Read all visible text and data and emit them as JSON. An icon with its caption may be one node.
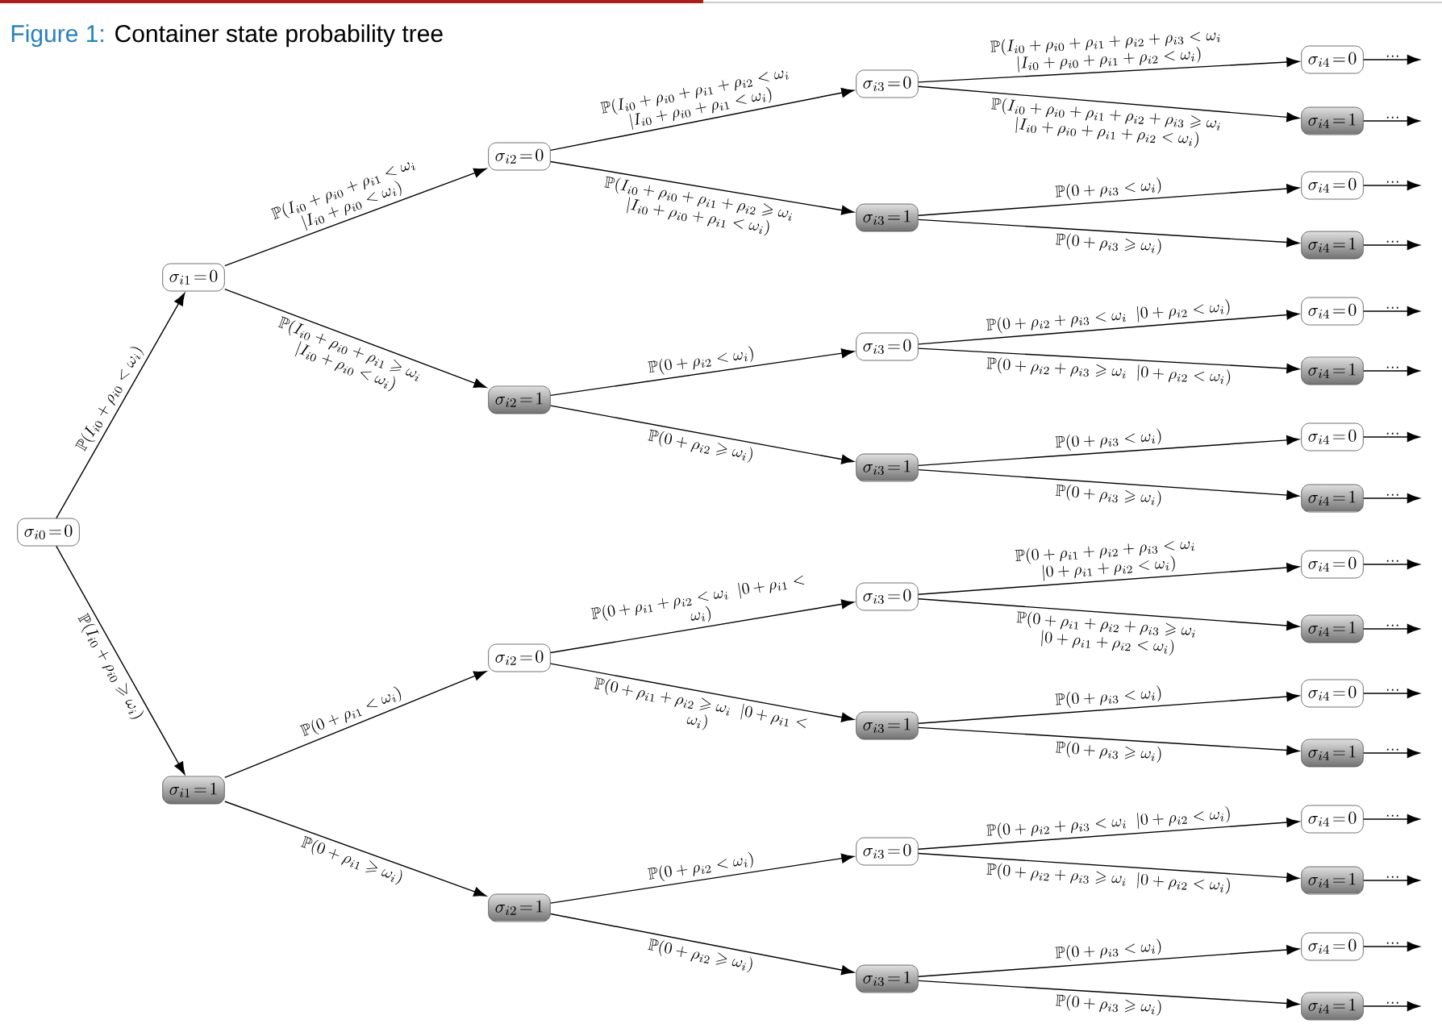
{
  "diagram": {
    "title": "Container state probability tree",
    "labels": [
      "Figure 1:"
    ],
    "nodes": [
      {
        "text": [
          "\\sigma_{i0}\\!=\\!0"
        ]
      },
      {
        "text": [
          "\\sigma_{i1}\\!=\\!0"
        ]
      },
      {
        "text": [
          "\\sigma_{i1}\\!=\\!1"
        ]
      },
      {
        "text": [
          "\\sigma_{i2}\\!=\\!0"
        ]
      },
      {
        "text": [
          "\\sigma_{i2}\\!=\\!1"
        ]
      },
      {
        "text": [
          "\\sigma_{i2}\\!=\\!0"
        ]
      },
      {
        "text": [
          "\\sigma_{i2}\\!=\\!1"
        ]
      },
      {
        "text": [
          "\\sigma_{i3}\\!=\\!0"
        ]
      },
      {
        "text": [
          "\\sigma_{i3}\\!=\\!1"
        ]
      },
      {
        "text": [
          "\\sigma_{i3}\\!=\\!0"
        ]
      },
      {
        "text": [
          "\\sigma_{i3}\\!=\\!1"
        ]
      },
      {
        "text": [
          "\\sigma_{i3}\\!=\\!0"
        ]
      },
      {
        "text": [
          "\\sigma_{i3}\\!=\\!1"
        ]
      },
      {
        "text": [
          "\\sigma_{i3}\\!=\\!0"
        ]
      },
      {
        "text": [
          "\\sigma_{i3}\\!=\\!1"
        ]
      },
      {
        "text": [
          "\\sigma_{i4}\\!=\\!0"
        ]
      },
      {
        "text": [
          "\\sigma_{i4}\\!=\\!1"
        ]
      },
      {
        "text": [
          "\\sigma_{i4}\\!=\\!0"
        ]
      },
      {
        "text": [
          "\\sigma_{i4}\\!=\\!1"
        ]
      },
      {
        "text": [
          "\\sigma_{i4}\\!=\\!0"
        ]
      },
      {
        "text": [
          "\\sigma_{i4}\\!=\\!1"
        ]
      },
      {
        "text": [
          "\\sigma_{i4}\\!=\\!0"
        ]
      },
      {
        "text": [
          "\\sigma_{i4}\\!=\\!1"
        ]
      },
      {
        "text": [
          "\\sigma_{i4}\\!=\\!0"
        ]
      },
      {
        "text": [
          "\\sigma_{i4}\\!=\\!1"
        ]
      },
      {
        "text": [
          "\\sigma_{i4}\\!=\\!0"
        ]
      },
      {
        "text": [
          "\\sigma_{i4}\\!=\\!1"
        ]
      },
      {
        "text": [
          "\\sigma_{i4}\\!=\\!0"
        ]
      },
      {
        "text": [
          "\\sigma_{i4}\\!=\\!1"
        ]
      },
      {
        "text": [
          "\\sigma_{i4}\\!=\\!0"
        ]
      },
      {
        "text": [
          "\\sigma_{i4}\\!=\\!1"
        ]
      }
    ],
    "edges": [
      {
        "from": 0,
        "to": 1,
        "arrow": "to",
        "label": "\\mathbb{P}(I_{i0}+\\rho_{i0}<\\omega_i)"
      },
      {
        "from": 0,
        "to": 2,
        "arrow": "to",
        "label": "\\mathbb{P}(I_{i0}+\\rho_{i0}\\geqslant\\omega_i)"
      },
      {
        "from": 1,
        "to": 3,
        "arrow": "to",
        "label": "\\mathbb{P}(I_{i0}+\\rho_{i0}+\\rho_{i1}<\\omega_i\\mathrel{}|I_{i0}+\\rho_{i0}<\\omega_i)"
      },
      {
        "from": 1,
        "to": 4,
        "arrow": "to",
        "label": "\\mathbb{P}(I_{i0}+\\rho_{i0}+\\rho_{i1}\\geqslant\\omega_i\\mathrel{}|I_{i0}+\\rho_{i0}<\\omega_i)"
      },
      {
        "from": 2,
        "to": 5,
        "arrow": "to",
        "label": "\\mathbb{P}(0+\\rho_{i1}<\\omega_i)"
      },
      {
        "from": 2,
        "to": 6,
        "arrow": "to",
        "label": "\\mathbb{P}(0+\\rho_{i1}\\geqslant\\omega_i)"
      },
      {
        "from": 3,
        "to": 7,
        "arrow": "to",
        "label": "\\mathbb{P}(I_{i0}+\\rho_{i0}+\\rho_{i1}+\\rho_{i2}<\\omega_i\\mathrel{}|I_{i0}+\\rho_{i0}+\\rho_{i1}<\\omega_i)"
      },
      {
        "from": 3,
        "to": 8,
        "arrow": "to",
        "label": "\\mathbb{P}(I_{i0}+\\rho_{i0}+\\rho_{i1}+\\rho_{i2}\\geqslant\\omega_i\\mathrel{}|I_{i0}+\\rho_{i0}+\\rho_{i1}<\\omega_i)"
      },
      {
        "from": 4,
        "to": 9,
        "arrow": "to",
        "label": "\\mathbb{P}(0+\\rho_{i2}<\\omega_i)"
      },
      {
        "from": 4,
        "to": 10,
        "arrow": "to",
        "label": "\\mathbb{P}(0+\\rho_{i2}\\geqslant\\omega_i)"
      },
      {
        "from": 5,
        "to": 11,
        "arrow": "to",
        "label": "\\mathbb{P}(0+\\rho_{i1}+\\rho_{i2}<\\omega_i\\mathrel{}|0+\\rho_{i1}<\\omega_i)"
      },
      {
        "from": 5,
        "to": 12,
        "arrow": "to",
        "label": "\\mathbb{P}(0+\\rho_{i1}+\\rho_{i2}\\geqslant\\omega_i\\mathrel{}|0+\\rho_{i1}<\\omega_i)"
      },
      {
        "from": 6,
        "to": 13,
        "arrow": "to",
        "label": "\\mathbb{P}(0+\\rho_{i2}<\\omega_i)"
      },
      {
        "from": 6,
        "to": 14,
        "arrow": "to",
        "label": "\\mathbb{P}(0+\\rho_{i2}\\geqslant\\omega_i)"
      },
      {
        "from": 7,
        "to": 15,
        "arrow": "to",
        "label": "\\mathbb{P}(I_{i0}+\\rho_{i0}+\\rho_{i1}+\\rho_{i2}+\\rho_{i3}<\\omega_i\\mathrel{}|I_{i0}+\\rho_{i0}+\\rho_{i1}+\\rho_{i2}<\\omega_i)"
      },
      {
        "from": 7,
        "to": 16,
        "arrow": "to",
        "label": "\\mathbb{P}(I_{i0}+\\rho_{i0}+\\rho_{i1}+\\rho_{i2}+\\rho_{i3}\\geqslant\\omega_i\\mathrel{}|I_{i0}+\\rho_{i0}+\\rho_{i1}+\\rho_{i2}<\\omega_i)"
      },
      {
        "from": 8,
        "to": 17,
        "arrow": "to",
        "label": "\\mathbb{P}(0+\\rho_{i3}<\\omega_i)"
      },
      {
        "from": 8,
        "to": 18,
        "arrow": "to",
        "label": "\\mathbb{P}(0+\\rho_{i3}\\geqslant\\omega_i)"
      },
      {
        "from": 9,
        "to": 19,
        "arrow": "to",
        "label": "\\mathbb{P}(0+\\rho_{i2}+\\rho_{i3}<\\omega_i\\mathrel{}|0+\\rho_{i2}<\\omega_i)"
      },
      {
        "from": 9,
        "to": 20,
        "arrow": "to",
        "label": "\\mathbb{P}(0+\\rho_{i2}+\\rho_{i3}\\geqslant\\omega_i\\mathrel{}|0+\\rho_{i2}<\\omega_i)"
      },
      {
        "from": 10,
        "to": 21,
        "arrow": "to",
        "label": "\\mathbb{P}(0+\\rho_{i3}<\\omega_i)"
      },
      {
        "from": 10,
        "to": 22,
        "arrow": "to",
        "label": "\\mathbb{P}(0+\\rho_{i3}\\geqslant\\omega_i)"
      },
      {
        "from": 11,
        "to": 23,
        "arrow": "to",
        "label": "\\mathbb{P}(0+\\rho_{i1}+\\rho_{i2}+\\rho_{i3}<\\omega_i\\mathrel{}|0+\\rho_{i1}+\\rho_{i2}<\\omega_i)"
      },
      {
        "from": 11,
        "to": 24,
        "arrow": "to",
        "label": "\\mathbb{P}(0+\\rho_{i1}+\\rho_{i2}+\\rho_{i3}\\geqslant\\omega_i\\mathrel{}|0+\\rho_{i1}+\\rho_{i2}<\\omega_i)"
      },
      {
        "from": 12,
        "to": 25,
        "arrow": "to",
        "label": "\\mathbb{P}(0+\\rho_{i3}<\\omega_i)"
      },
      {
        "from": 12,
        "to": 26,
        "arrow": "to",
        "label": "\\mathbb{P}(0+\\rho_{i3}\\geqslant\\omega_i)"
      },
      {
        "from": 13,
        "to": 27,
        "arrow": "to",
        "label": "\\mathbb{P}(0+\\rho_{i2}+\\rho_{i3}<\\omega_i\\mathrel{}|0+\\rho_{i2}<\\omega_i)"
      },
      {
        "from": 13,
        "to": 28,
        "arrow": "to",
        "label": "\\mathbb{P}(0+\\rho_{i2}+\\rho_{i3}\\geqslant\\omega_i\\mathrel{}|0+\\rho_{i2}<\\omega_i)"
      },
      {
        "from": 14,
        "to": 29,
        "arrow": "to",
        "label": "\\mathbb{P}(0+\\rho_{i3}<\\omega_i)"
      },
      {
        "from": 14,
        "to": 30,
        "arrow": "to",
        "label": "\\mathbb{P}(0+\\rho_{i3}\\geqslant\\omega_i)"
      },
      {
        "from": 15,
        "to": null,
        "arrow": "to",
        "label": "···"
      },
      {
        "from": 16,
        "to": null,
        "arrow": "to",
        "label": "···"
      },
      {
        "from": 17,
        "to": null,
        "arrow": "to",
        "label": "···"
      },
      {
        "from": 18,
        "to": null,
        "arrow": "to",
        "label": "···"
      },
      {
        "from": 19,
        "to": null,
        "arrow": "to",
        "label": "···"
      },
      {
        "from": 20,
        "to": null,
        "arrow": "to",
        "label": "···"
      },
      {
        "from": 21,
        "to": null,
        "arrow": "to",
        "label": "···"
      },
      {
        "from": 22,
        "to": null,
        "arrow": "to",
        "label": "···"
      },
      {
        "from": 23,
        "to": null,
        "arrow": "to",
        "label": "···"
      },
      {
        "from": 24,
        "to": null,
        "arrow": "to",
        "label": "···"
      },
      {
        "from": 25,
        "to": null,
        "arrow": "to",
        "label": "···"
      },
      {
        "from": 26,
        "to": null,
        "arrow": "to",
        "label": "···"
      },
      {
        "from": 27,
        "to": null,
        "arrow": "to",
        "label": "···"
      },
      {
        "from": 28,
        "to": null,
        "arrow": "to",
        "label": "···"
      },
      {
        "from": 29,
        "to": null,
        "arrow": "to",
        "label": "···"
      },
      {
        "from": 30,
        "to": null,
        "arrow": "to",
        "label": "···"
      }
    ]
  }
}
